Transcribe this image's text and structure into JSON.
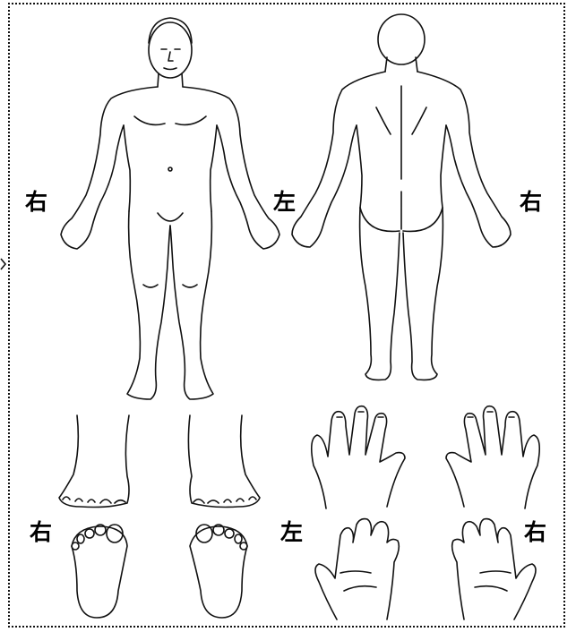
{
  "labels": {
    "front_right": "右",
    "front_left": "左",
    "back_right": "右",
    "feet_right": "右",
    "hands_left": "左",
    "hands_right": "右"
  },
  "colors": {
    "line": "#111111",
    "frame": "#111111",
    "background": "#ffffff"
  }
}
